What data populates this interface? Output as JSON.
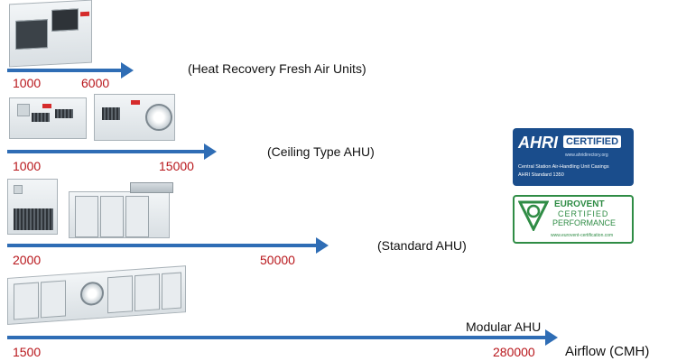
{
  "rows": [
    {
      "label": "(Heat Recovery Fresh Air Units)",
      "min": "1000",
      "max": "6000"
    },
    {
      "label": "(Ceiling Type  AHU)",
      "min": "1000",
      "max": "15000"
    },
    {
      "label": "(Standard AHU)",
      "min": "2000",
      "max": "50000"
    },
    {
      "label": "Modular AHU",
      "min": "1500",
      "max": "280000"
    }
  ],
  "axis_label": "Airflow  (CMH)",
  "certifications": {
    "ahri": {
      "logo_text": "AHRI",
      "badge_text": "CERTIFIED",
      "website": "www.ahridirectory.org",
      "line1": "Central Station Air-Handling Unit Casings",
      "line2": "AHRI Standard 1350"
    },
    "eurovent": {
      "line1": "EUROVENT",
      "line2": "CERTIFIED",
      "line3": "PERFORMANCE",
      "website": "www.eurovent-certification.com"
    }
  },
  "colors": {
    "arrow": "#2f6db5",
    "number": "#b8161b",
    "ahri_blue": "#1a4d8c",
    "eurovent_green": "#2f8c45"
  }
}
